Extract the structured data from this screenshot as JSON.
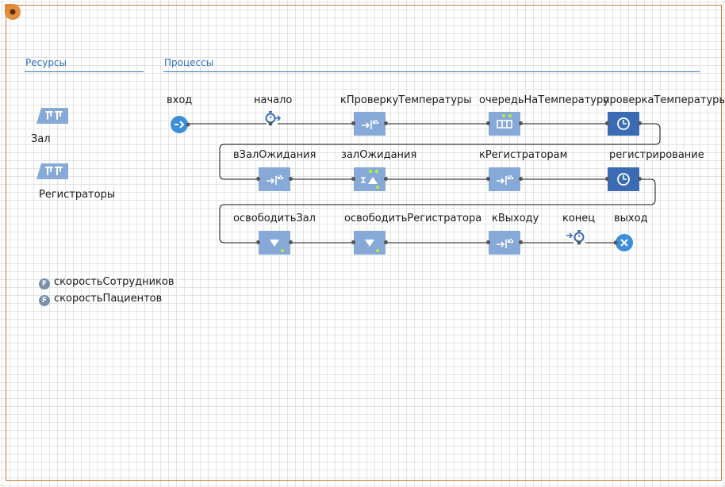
{
  "sections": {
    "resources": "Ресурсы",
    "processes": "Процессы"
  },
  "resources": [
    {
      "label": "Зал",
      "icon": "resource-pool-icon"
    },
    {
      "label": "Регистраторы",
      "icon": "resource-pool-icon"
    }
  ],
  "parameters": [
    {
      "label": "скоростьСотрудников",
      "icon": "function-icon"
    },
    {
      "label": "скоростьПациентов",
      "icon": "function-icon"
    }
  ],
  "blocks": {
    "vhod": {
      "label": "вход",
      "icon": "source-icon"
    },
    "nachalo": {
      "label": "начало",
      "icon": "time-measure-start-icon"
    },
    "kProverku": {
      "label": "кПроверкуТемпературы",
      "icon": "move-to-icon"
    },
    "ochered": {
      "label": "очередьНаТемпературу",
      "icon": "queue-icon"
    },
    "proverka": {
      "label": "проверкаТемпературы",
      "icon": "delay-clock-icon"
    },
    "vZal": {
      "label": "вЗалОжидания",
      "icon": "move-to-icon"
    },
    "zal": {
      "label": "залОжидания",
      "icon": "seize-icon"
    },
    "kReg": {
      "label": "кРегистраторам",
      "icon": "move-to-icon"
    },
    "registr": {
      "label": "регистрирование",
      "icon": "delay-clock-icon"
    },
    "osvZal": {
      "label": "освободитьЗал",
      "icon": "release-icon"
    },
    "osvReg": {
      "label": "освободитьРегистратора",
      "icon": "release-icon"
    },
    "kVyhodu": {
      "label": "кВыходу",
      "icon": "move-to-icon"
    },
    "konec": {
      "label": "конец",
      "icon": "time-measure-end-icon"
    },
    "vyhod": {
      "label": "выход",
      "icon": "sink-icon"
    }
  },
  "colors": {
    "block_light": "#86a9d8",
    "block_dark": "#3a6bb3",
    "section_title": "#2f6fb7",
    "frame_border": "#c8783c",
    "indicator": "#b5ea3c"
  }
}
